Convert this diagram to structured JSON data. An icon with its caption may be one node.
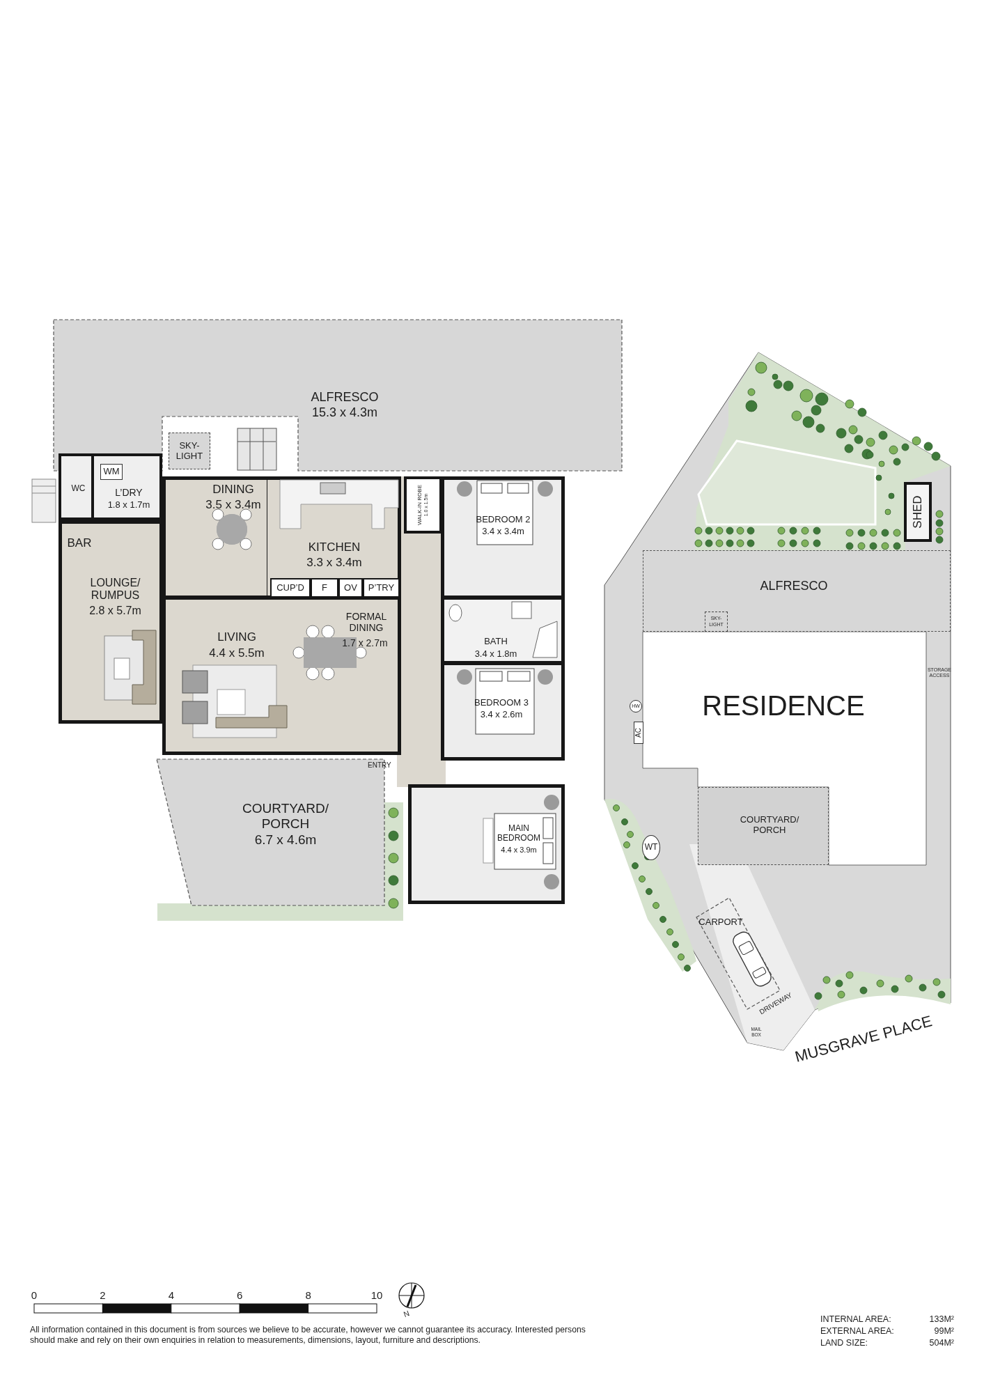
{
  "diagram": {
    "nodes": [
      {
        "text": [
          "ALFRESCO",
          "15.3 x 4.3m"
        ]
      },
      {
        "text": [
          "SKY- LIGHT"
        ]
      },
      {
        "text": [
          "WC"
        ]
      },
      {
        "text": [
          "L’DRY",
          "1.8 x 1.7m"
        ]
      },
      {
        "text": [
          "WM"
        ],
        "in": 3
      },
      {
        "text": [
          "DINING",
          "3.5 x 3.4m"
        ]
      },
      {
        "text": [
          "KITCHEN",
          "3.3 x 3.4m"
        ]
      },
      {
        "text": [
          "WALK-IN ROBE",
          "1.0 x 1.5m"
        ]
      },
      {
        "text": [
          "BEDROOM 2",
          "3.4 x 3.4m"
        ]
      },
      {
        "text": [
          "BAR",
          "LOUNGE/ RUMPUS",
          "2.8 x 5.7m"
        ]
      },
      {
        "text": [
          "CUP’D"
        ],
        "in": 6
      },
      {
        "text": [
          "F"
        ],
        "in": 6
      },
      {
        "text": [
          "OV"
        ],
        "in": 6
      },
      {
        "text": [
          "P’TRY"
        ],
        "in": 6
      },
      {
        "text": [
          "LIVING",
          "4.4 x 5.5m"
        ]
      },
      {
        "text": [
          "FORMAL DINING",
          "1.7 x 2.7m"
        ],
        "in": 14
      },
      {
        "text": [
          "BATH",
          "3.4 x 1.8m"
        ]
      },
      {
        "text": [
          "BEDROOM 3",
          "3.4 x 2.6m"
        ]
      },
      {
        "text": [
          "MAIN BEDROOM",
          "4.4 x 3.9m"
        ]
      },
      {
        "text": [
          "COURTYARD/ PORCH",
          "6.7 x 4.6m"
        ]
      },
      {
        "text": [
          "SHED"
        ]
      },
      {
        "text": [
          "ALFRESCO"
        ]
      },
      {
        "text": [
          "SKY- LIGHT"
        ],
        "in": 21
      },
      {
        "text": [
          "RESIDENCE"
        ]
      },
      {
        "text": [
          "HW"
        ]
      },
      {
        "text": [
          "AC"
        ]
      },
      {
        "text": [
          "COURTYARD/ PORCH"
        ]
      },
      {
        "text": [
          "WT"
        ]
      },
      {
        "text": [
          "CARPORT"
        ]
      }
    ],
    "labels": [
      "ENTRY",
      "STORAGE ACCESS",
      "DRIVEWAY",
      "MAIL BOX",
      "MUSGRAVE PLACE",
      "0",
      "2",
      "4",
      "6",
      "8",
      "10",
      "N",
      "All information contained in this document is from sources we believe to be accurate, however we cannot guarantee its accuracy. Interested persons should make and rely on their own enquiries in relation to measurements, dimensions, layout, furniture and descriptions.",
      "INTERNAL AREA:",
      "133M²",
      "EXTERNAL AREA:",
      "99M²",
      "LAND SIZE:",
      "504M²"
    ]
  }
}
